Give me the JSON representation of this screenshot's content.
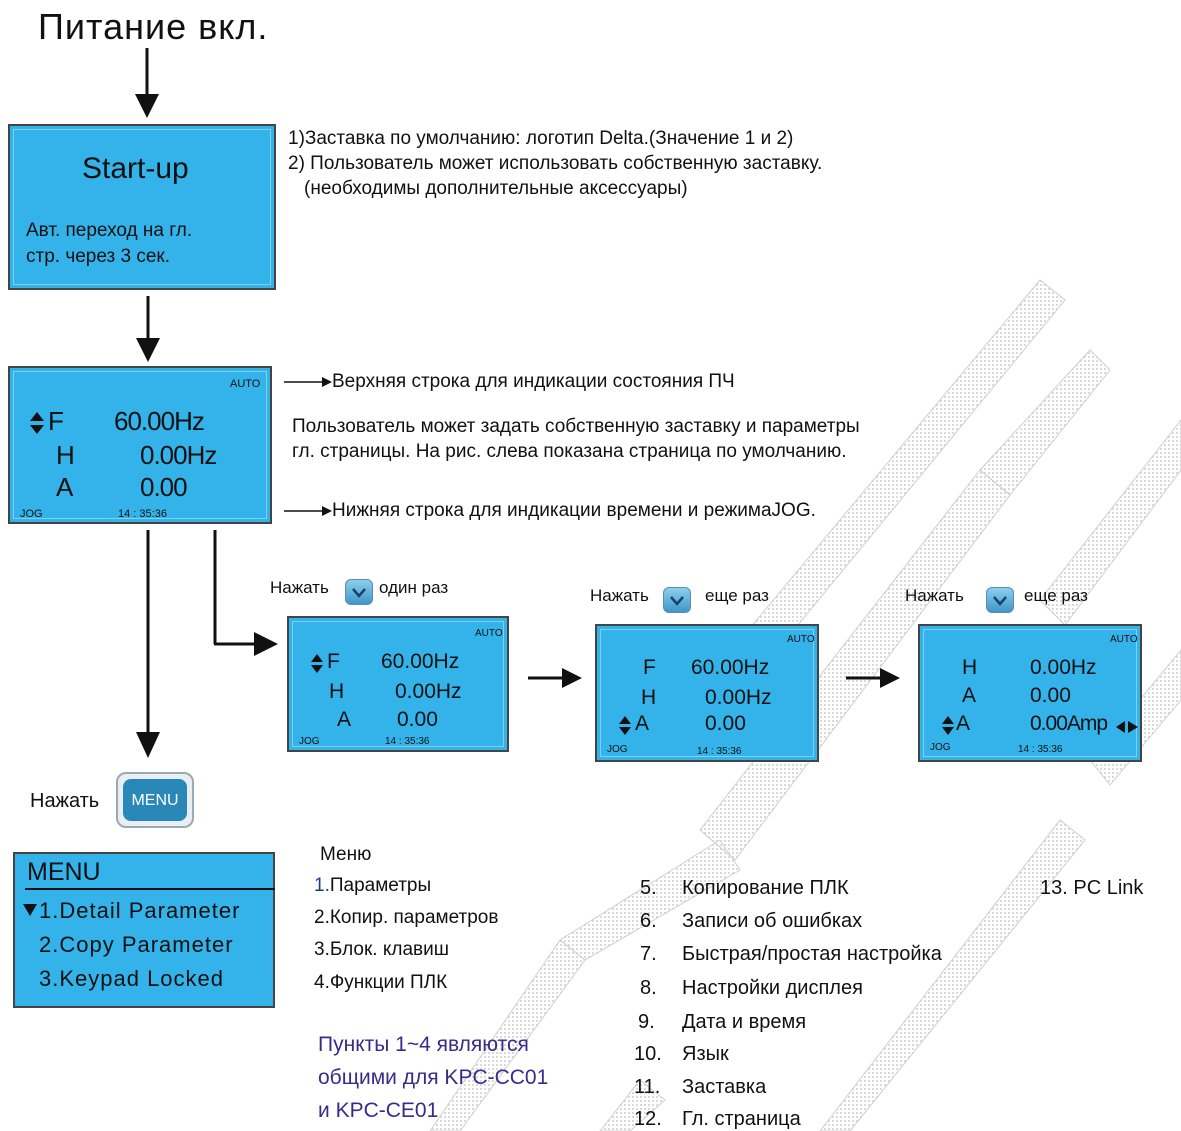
{
  "title": "Питание вкл.",
  "startup": {
    "heading": "Start-up",
    "line1": "Авт. переход на гл.",
    "line2": "стр. через 3 сек."
  },
  "notes_startup": {
    "line1": "1)Заставка по умолчанию: логотип Delta.(Значение 1 и 2)",
    "line2": "2) Пользователь может использовать собственную заставку.",
    "line3": "(необходимы дополнительные аксессуары)"
  },
  "main_screen": {
    "auto": "AUTO",
    "row1_label": "F",
    "row1_value": "60.00Hz",
    "row2_label": "H",
    "row2_value": "0.00Hz",
    "row3_label": "A",
    "row3_value": "0.00",
    "jog": "JOG",
    "time": "14 : 35:36"
  },
  "annotations": {
    "top_line": "Верхняя строка для индикации состояния ПЧ",
    "user_line1": "Пользователь может задать собственную заставку и параметры",
    "user_line2": "гл. страницы. На рис. слева показана страница по умолчанию.",
    "bottom_line": "Нижняя строка для индикации времени и режимаJOG."
  },
  "press_steps": [
    {
      "prefix": "Нажать",
      "suffix": "один раз"
    },
    {
      "prefix": "Нажать",
      "suffix": "еще раз"
    },
    {
      "prefix": "Нажать",
      "suffix": "еще раз"
    }
  ],
  "screen2": {
    "auto": "AUTO",
    "row1_label": "F",
    "row1_value": "60.00Hz",
    "row2_label": "H",
    "row2_value": "0.00Hz",
    "row3_label": "A",
    "row3_value": "0.00",
    "jog": "JOG",
    "time": "14 : 35:36"
  },
  "screen3": {
    "auto": "AUTO",
    "row1_label": "F",
    "row1_value": "60.00Hz",
    "row2_label": "H",
    "row2_value": "0.00Hz",
    "row3_label": "A",
    "row3_value": "0.00",
    "jog": "JOG",
    "time": "14 : 35:36"
  },
  "screen4": {
    "auto": "AUTO",
    "row1_label": "H",
    "row1_value": "0.00Hz",
    "row2_label": "A",
    "row2_value": "0.00",
    "row3_label": "A",
    "row3_value": "0.00Amp",
    "jog": "JOG",
    "time": "14 : 35:36"
  },
  "menu_press": {
    "prefix": "Нажать",
    "button": "MENU"
  },
  "menu_screen": {
    "title": "MENU",
    "items": [
      "1.Detail Parameter",
      "2.Copy Parameter",
      "3.Keypad Locked"
    ]
  },
  "menu_list": {
    "heading": "Меню",
    "items_left": [
      {
        "num": "1.",
        "text": "Параметры"
      },
      {
        "num": "2.",
        "text": "Копир. параметров"
      },
      {
        "num": "3.",
        "text": "Блок. клавиш"
      },
      {
        "num": "4.",
        "text": "Функции ПЛК"
      }
    ],
    "items_right": [
      {
        "num": "5.",
        "text": "Копирование ПЛК"
      },
      {
        "num": "6.",
        "text": "Записи об ошибках"
      },
      {
        "num": "7.",
        "text": "Быстрая/простая настройка"
      },
      {
        "num": "8.",
        "text": "Настройки дисплея"
      },
      {
        "num": "9.",
        "text": "Дата и время"
      },
      {
        "num": "10.",
        "text": "Язык"
      },
      {
        "num": "11.",
        "text": "Заставка"
      },
      {
        "num": "12.",
        "text": "Гл. страница"
      }
    ],
    "item13": "13. PC Link"
  },
  "common_note": {
    "line1": "Пункты 1~4 являются",
    "line2": "общими для KPC-CC01",
    "line3": "и KPC-CE01"
  },
  "colors": {
    "lcd": "#33b3ea",
    "note": "#3a2a8c",
    "menu_num": "#1a3c8c"
  }
}
